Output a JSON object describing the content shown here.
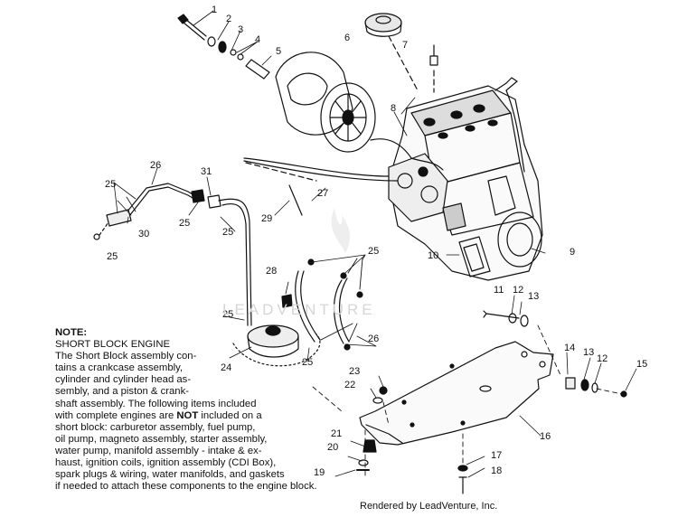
{
  "callouts": {
    "c1": "1",
    "c2": "2",
    "c3": "3",
    "c4": "4",
    "c5": "5",
    "c6": "6",
    "c7": "7",
    "c8": "8",
    "c9": "9",
    "c10": "10",
    "c11": "11",
    "c12a": "12",
    "c12b": "12",
    "c13a": "13",
    "c13b": "13",
    "c14": "14",
    "c15": "15",
    "c16": "16",
    "c17": "17",
    "c18": "18",
    "c19": "19",
    "c20": "20",
    "c21": "21",
    "c22": "22",
    "c23": "23",
    "c24": "24",
    "c25a": "25",
    "c25b": "25",
    "c25c": "25",
    "c25d": "25",
    "c25e": "25",
    "c25f": "25",
    "c25g": "25",
    "c26a": "26",
    "c26b": "26",
    "c27": "27",
    "c28": "28",
    "c29": "29",
    "c30": "30",
    "c31": "31"
  },
  "note": {
    "heading": "NOTE:",
    "line1": "SHORT BLOCK ENGINE",
    "line2": "The Short Block assembly con-",
    "line3": "tains a crankcase assembly,",
    "line4": "cylinder and cylinder head as-",
    "line5": "sembly, and a piston & crank-",
    "line6": "shaft assembly.  The following items included",
    "line7a": "with complete engines are ",
    "line7b": "NOT",
    "line7c": " included on a",
    "line8": "short block:  carburetor assembly, fuel pump,",
    "line9": "oil pump, magneto assembly, starter assembly,",
    "line10": "water pump, manifold assembly - intake & ex-",
    "line11": "haust, ignition coils, ignition assembly (CDI Box),",
    "line12": "spark plugs & wiring, water manifolds, and gaskets",
    "line13": "if needed to attach these components to the engine block."
  },
  "watermark": "LEADVENTURE",
  "credit": "Rendered by LeadVenture, Inc."
}
